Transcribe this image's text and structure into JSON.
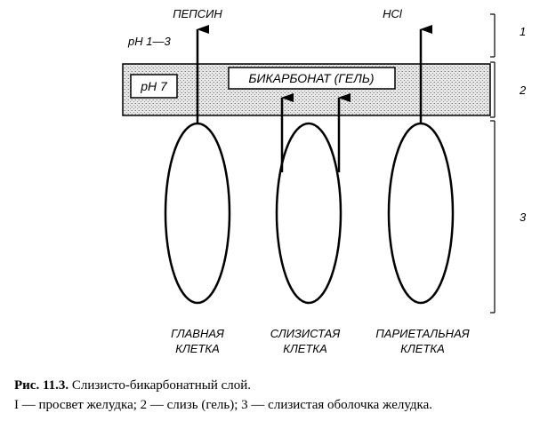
{
  "labels": {
    "pepsin": "ПЕПСИН",
    "hcl": "HCl",
    "ph_lumen": "pH 1—3",
    "ph_mucus": "pH 7",
    "bicarbonate": "БИКАРБОНАТ (ГЕЛЬ)"
  },
  "cells": [
    {
      "line1": "ГЛАВНАЯ",
      "line2": "КЛЕТКА"
    },
    {
      "line1": "СЛИЗИСТАЯ",
      "line2": "КЛЕТКА"
    },
    {
      "line1": "ПАРИЕТАЛЬНАЯ",
      "line2": "КЛЕТКА"
    }
  ],
  "zones": [
    "1",
    "2",
    "3"
  ],
  "caption": {
    "fig_label": "Рис.  11.3.",
    "title": "Слизисто-бикарбонатный слой.",
    "legend": "I — просвет желудка; 2 — слизь (гель); 3 — слизистая оболочка желудка."
  }
}
